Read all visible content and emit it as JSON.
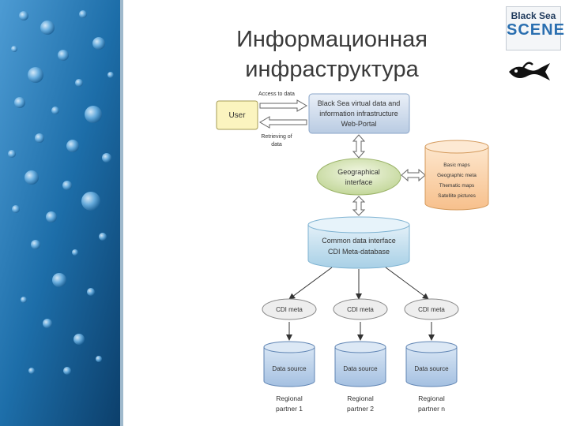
{
  "title": {
    "line1": "Информационная",
    "line2": "инфраструктура"
  },
  "logo": {
    "line1": "Black Sea",
    "line2": "SCENE"
  },
  "diagram": {
    "user": "User",
    "access": "Access to data",
    "retrieving": [
      "Retrieving of",
      "data"
    ],
    "portal": [
      "Black Sea virtual data and",
      "information infrastructure",
      "Web-Portal"
    ],
    "geo": [
      "Geographical",
      "interface"
    ],
    "maps": [
      "Basic maps",
      "Geographic meta",
      "Thematic maps",
      "Satellite pictures"
    ],
    "cdi": [
      "Common data interface",
      "CDI Meta-database"
    ],
    "cdi_meta": [
      "CDI meta",
      "CDI meta",
      "CDI meta"
    ],
    "sources": [
      "Data source",
      "Data source",
      "Data source"
    ],
    "partners": [
      [
        "Regional",
        "partner 1"
      ],
      [
        "Regional",
        "partner 2"
      ],
      [
        "Regional",
        "partner n"
      ]
    ]
  }
}
